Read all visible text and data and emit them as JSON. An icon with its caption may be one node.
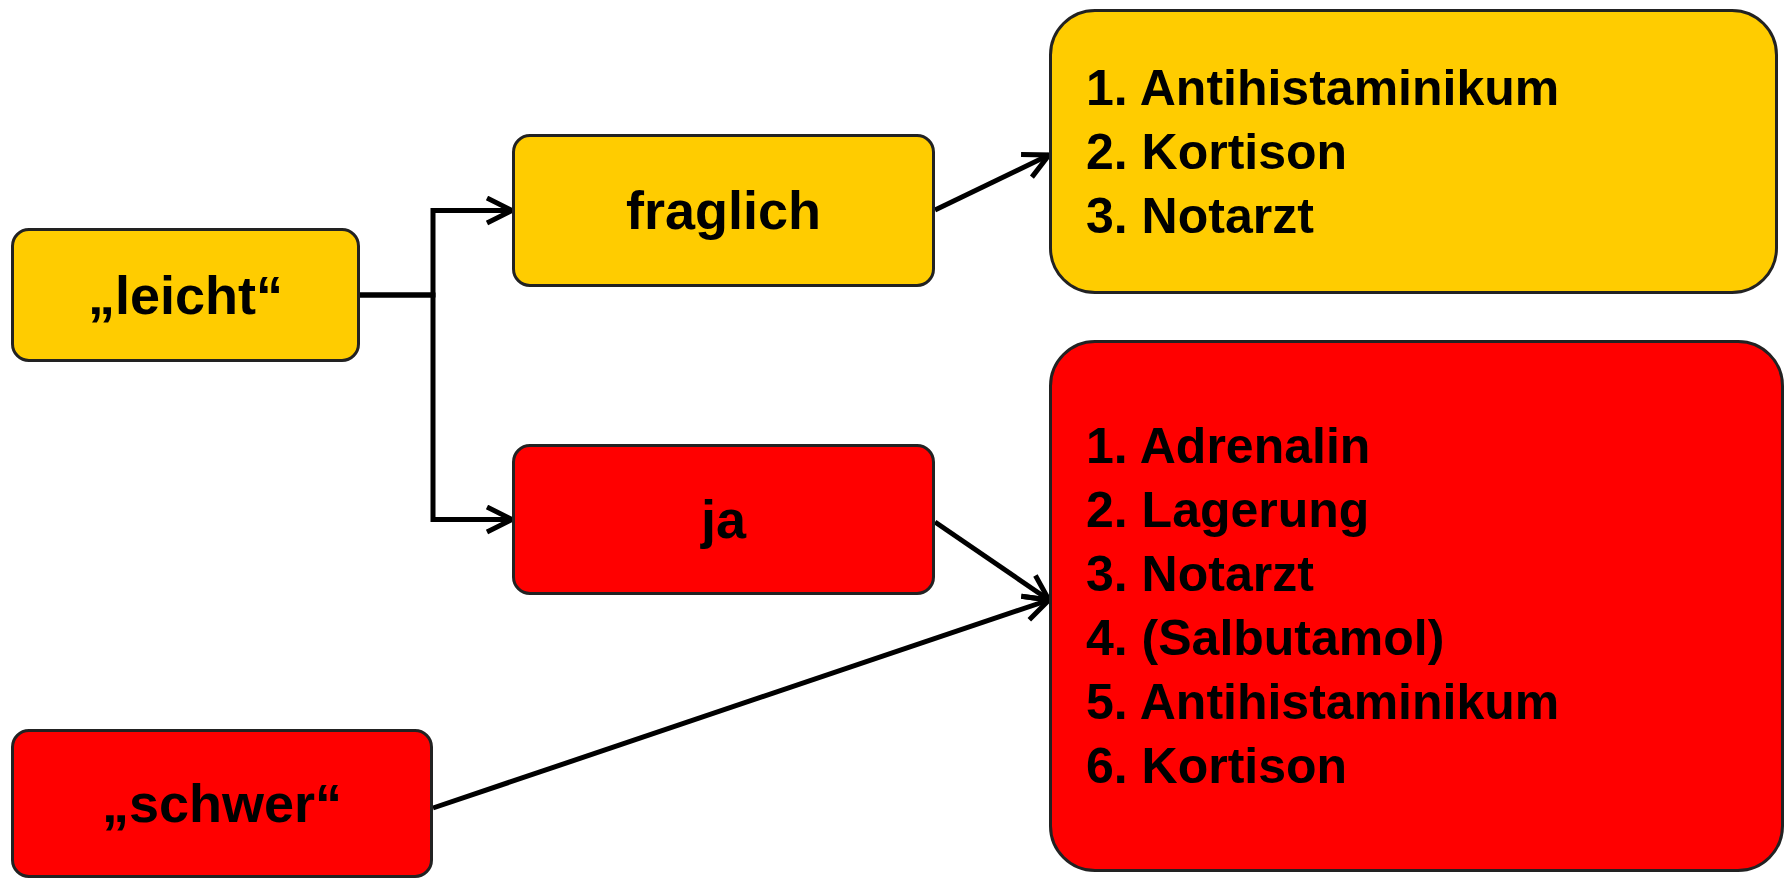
{
  "diagram": {
    "nodes": [
      {
        "text": [
          "„leicht“"
        ]
      },
      {
        "text": [
          "fraglich"
        ]
      },
      {
        "text": [
          "1. Antihistaminikum",
          "2. Kortison",
          "3. Notarzt"
        ]
      },
      {
        "text": [
          "ja"
        ]
      },
      {
        "text": [
          "1. Adrenalin",
          "2. Lagerung",
          "3. Notarzt",
          "4. (Salbutamol)",
          "5. Antihistaminikum",
          "6. Kortison"
        ]
      },
      {
        "text": [
          "„schwer“"
        ]
      }
    ],
    "edges": [
      {
        "from": 0,
        "to": 1,
        "arrow": "to"
      },
      {
        "from": 0,
        "to": 3,
        "arrow": "to"
      },
      {
        "from": 1,
        "to": 2,
        "arrow": "to"
      },
      {
        "from": 3,
        "to": 4,
        "arrow": "to"
      },
      {
        "from": 5,
        "to": 4,
        "arrow": "to"
      }
    ]
  }
}
